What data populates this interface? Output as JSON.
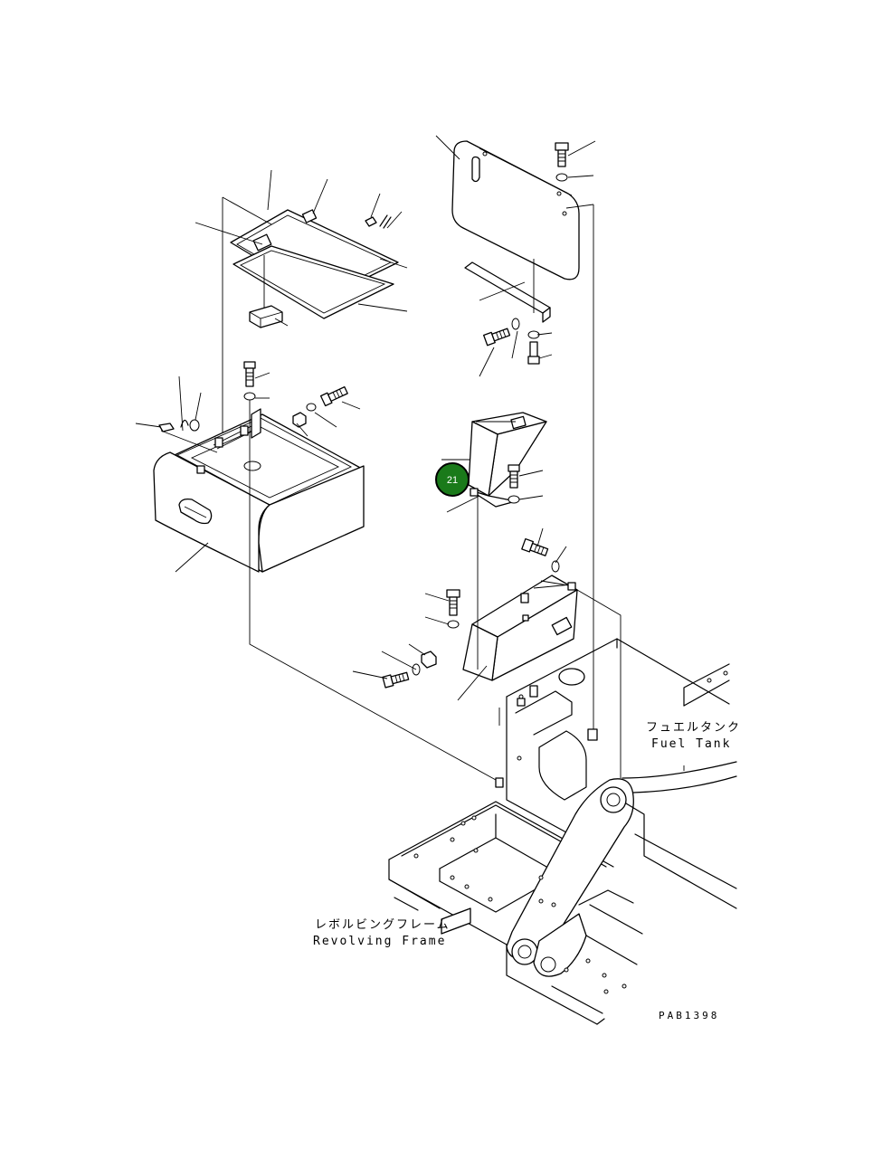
{
  "labels": {
    "fuel_tank_jp": "フュエルタンク",
    "fuel_tank_en": "Fuel Tank",
    "revolving_frame_jp": "レボルビングフレーム",
    "revolving_frame_en": "Revolving Frame",
    "drawing_code": "PAB1398"
  },
  "callouts": [
    {
      "number": "21",
      "color": "#1a7a1a",
      "border": "#000000"
    }
  ]
}
